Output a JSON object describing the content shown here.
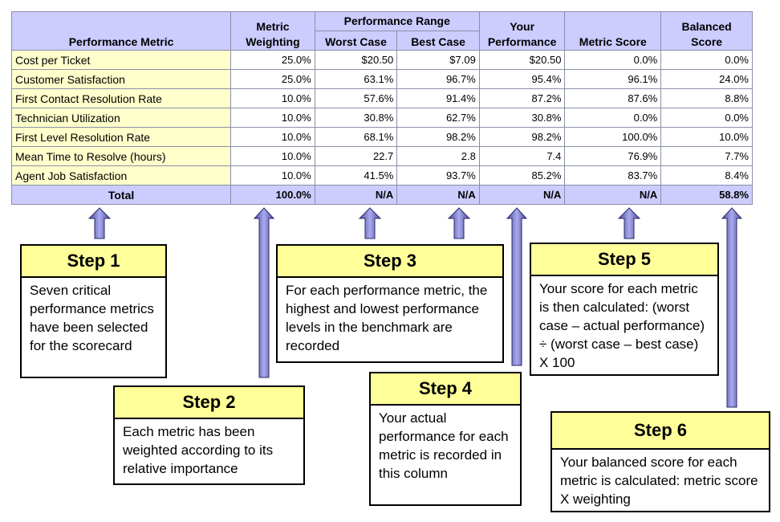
{
  "table": {
    "headers": {
      "metric": "Performance Metric",
      "weighting_top": "Metric",
      "weighting_bottom": "Weighting",
      "range": "Performance Range",
      "worst": "Worst Case",
      "best": "Best Case",
      "perf_top": "Your",
      "perf_bottom": "Performance",
      "metric_score": "Metric Score",
      "balanced_top": "Balanced",
      "balanced_bottom": "Score"
    },
    "rows": [
      {
        "metric": "Cost per Ticket",
        "weighting": "25.0%",
        "worst": "$20.50",
        "best": "$7.09",
        "perf": "$20.50",
        "metric_score": "0.0%",
        "balanced": "0.0%"
      },
      {
        "metric": "Customer Satisfaction",
        "weighting": "25.0%",
        "worst": "63.1%",
        "best": "96.7%",
        "perf": "95.4%",
        "metric_score": "96.1%",
        "balanced": "24.0%"
      },
      {
        "metric": "First Contact Resolution Rate",
        "weighting": "10.0%",
        "worst": "57.6%",
        "best": "91.4%",
        "perf": "87.2%",
        "metric_score": "87.6%",
        "balanced": "8.8%"
      },
      {
        "metric": "Technician Utilization",
        "weighting": "10.0%",
        "worst": "30.8%",
        "best": "62.7%",
        "perf": "30.8%",
        "metric_score": "0.0%",
        "balanced": "0.0%"
      },
      {
        "metric": "First Level Resolution Rate",
        "weighting": "10.0%",
        "worst": "68.1%",
        "best": "98.2%",
        "perf": "98.2%",
        "metric_score": "100.0%",
        "balanced": "10.0%"
      },
      {
        "metric": "Mean Time to Resolve (hours)",
        "weighting": "10.0%",
        "worst": "22.7",
        "best": "2.8",
        "perf": "7.4",
        "metric_score": "76.9%",
        "balanced": "7.7%"
      },
      {
        "metric": "Agent Job Satisfaction",
        "weighting": "10.0%",
        "worst": "41.5%",
        "best": "93.7%",
        "perf": "85.2%",
        "metric_score": "83.7%",
        "balanced": "8.4%"
      }
    ],
    "total": {
      "label": "Total",
      "weighting": "100.0%",
      "worst": "N/A",
      "best": "N/A",
      "perf": "N/A",
      "metric_score": "N/A",
      "balanced": "58.8%"
    }
  },
  "steps": [
    {
      "title": "Step 1",
      "text": "Seven critical performance metrics have been selected for the scorecard"
    },
    {
      "title": "Step 2",
      "text": "Each metric has been weighted according to its relative importance"
    },
    {
      "title": "Step 3",
      "text": "For each performance metric, the highest and lowest performance levels in the benchmark are recorded"
    },
    {
      "title": "Step 4",
      "text": "Your actual performance for each metric is recorded in this column"
    },
    {
      "title": "Step 5",
      "text": "Your score for each metric is then calculated: (worst case – actual performance) ÷ (worst case – best case) X 100"
    },
    {
      "title": "Step 6",
      "text": "Your balanced score for each metric is calculated: metric score X weighting"
    }
  ],
  "colors": {
    "header_fill": "#ccccff",
    "metric_fill": "#ffffcc",
    "step_head_fill": "#ffff99",
    "arrow_fill": "#8080dd"
  }
}
